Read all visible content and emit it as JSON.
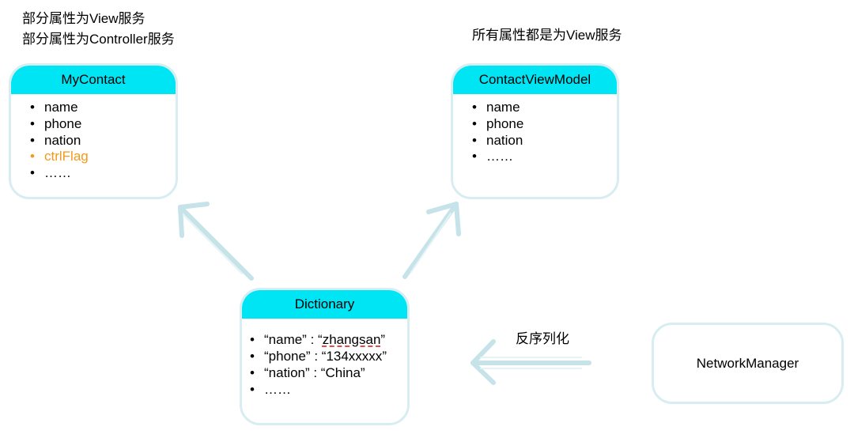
{
  "notes": {
    "left_line1": "部分属性为View服务",
    "left_line2": "部分属性为Controller服务",
    "right_line1": "所有属性都是为View服务",
    "deserialize": "反序列化"
  },
  "my_contact": {
    "title": "MyContact",
    "items": [
      "name",
      "phone",
      "nation",
      "ctrlFlag",
      "……"
    ]
  },
  "contact_view_model": {
    "title": "ContactViewModel",
    "items": [
      "name",
      "phone",
      "nation",
      "……"
    ]
  },
  "dictionary": {
    "title": "Dictionary",
    "items": [
      {
        "key": "“name” : “",
        "value": "zhangsan",
        "close": "”"
      },
      {
        "key": "“phone” : “",
        "value": "134xxxxx",
        "close": "”"
      },
      {
        "key": "“nation” : “",
        "value": "China",
        "close": "”"
      },
      {
        "key": "……",
        "value": "",
        "close": ""
      }
    ]
  },
  "network_manager": {
    "label": "NetworkManager"
  },
  "colors": {
    "header": "#00e5f4",
    "border": "#d7edf1",
    "arrow": "#bfe0e6",
    "highlight": "#f39a1a",
    "squiggle": "#e0322c"
  }
}
